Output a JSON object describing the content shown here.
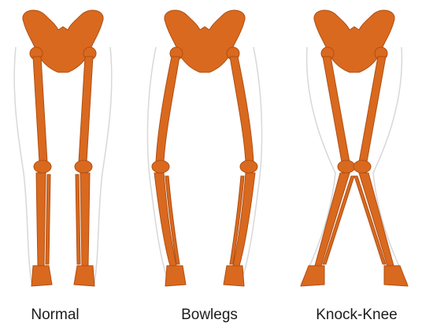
{
  "figures": [
    {
      "id": "normal",
      "label": "Normal",
      "icon": "skeleton-legs-normal"
    },
    {
      "id": "bowlegs",
      "label": "Bowlegs",
      "icon": "skeleton-legs-bowlegs"
    },
    {
      "id": "knock_knee",
      "label": "Knock-Knee",
      "icon": "skeleton-legs-knock-knee"
    }
  ],
  "colors": {
    "bone": "#d9691f",
    "bone_dark": "#b14f12",
    "outline": "#d8d8d8",
    "background": "#ffffff",
    "text": "#1c1c1c"
  }
}
